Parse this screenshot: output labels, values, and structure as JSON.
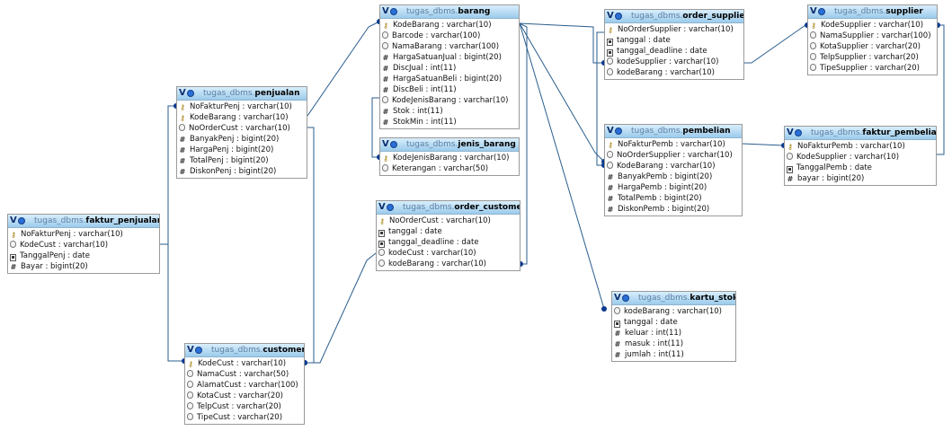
{
  "schema": "tugas_dbms",
  "tables": [
    {
      "id": "faktur_penjualan",
      "name": "faktur_penjualan",
      "columns": [
        {
          "text": "NoFakturPenj : varchar(10)",
          "icon": "key-icon"
        },
        {
          "text": "KodeCust : varchar(10)",
          "icon": "string-icon"
        },
        {
          "text": "TanggalPenj : date",
          "icon": "date-icon"
        },
        {
          "text": "Bayar : bigint(20)",
          "icon": "number-icon"
        }
      ]
    },
    {
      "id": "penjualan",
      "name": "penjualan",
      "columns": [
        {
          "text": "NoFakturPenj : varchar(10)",
          "icon": "key-icon"
        },
        {
          "text": "KodeBarang : varchar(10)",
          "icon": "key-icon"
        },
        {
          "text": "NoOrderCust : varchar(10)",
          "icon": "string-icon"
        },
        {
          "text": "BanyakPenj : bigint(20)",
          "icon": "number-icon"
        },
        {
          "text": "HargaPenj : bigint(20)",
          "icon": "number-icon"
        },
        {
          "text": "TotalPenj : bigint(20)",
          "icon": "number-icon"
        },
        {
          "text": "DiskonPenj : bigint(20)",
          "icon": "number-icon"
        }
      ]
    },
    {
      "id": "customer",
      "name": "customer",
      "columns": [
        {
          "text": "KodeCust : varchar(10)",
          "icon": "key-icon"
        },
        {
          "text": "NamaCust : varchar(50)",
          "icon": "string-icon"
        },
        {
          "text": "AlamatCust : varchar(100)",
          "icon": "string-icon"
        },
        {
          "text": "KotaCust : varchar(20)",
          "icon": "string-icon"
        },
        {
          "text": "TelpCust : varchar(20)",
          "icon": "string-icon"
        },
        {
          "text": "TipeCust : varchar(20)",
          "icon": "string-icon"
        }
      ]
    },
    {
      "id": "barang",
      "name": "barang",
      "columns": [
        {
          "text": "KodeBarang : varchar(10)",
          "icon": "key-icon"
        },
        {
          "text": "Barcode : varchar(100)",
          "icon": "string-icon"
        },
        {
          "text": "NamaBarang : varchar(100)",
          "icon": "string-icon"
        },
        {
          "text": "HargaSatuanJual : bigint(20)",
          "icon": "number-icon"
        },
        {
          "text": "DiscJual : int(11)",
          "icon": "number-icon"
        },
        {
          "text": "HargaSatuanBeli : bigint(20)",
          "icon": "number-icon"
        },
        {
          "text": "DiscBeli : int(11)",
          "icon": "number-icon"
        },
        {
          "text": "KodeJenisBarang : varchar(10)",
          "icon": "string-icon"
        },
        {
          "text": "Stok : int(11)",
          "icon": "number-icon"
        },
        {
          "text": "StokMin : int(11)",
          "icon": "number-icon"
        }
      ]
    },
    {
      "id": "jenis_barang",
      "name": "jenis_barang",
      "columns": [
        {
          "text": "KodeJenisBarang : varchar(10)",
          "icon": "key-icon"
        },
        {
          "text": "Keterangan : varchar(50)",
          "icon": "string-icon"
        }
      ]
    },
    {
      "id": "order_customer",
      "name": "order_customer",
      "columns": [
        {
          "text": "NoOrderCust : varchar(10)",
          "icon": "key-icon"
        },
        {
          "text": "tanggal : date",
          "icon": "date-icon"
        },
        {
          "text": "tanggal_deadline : date",
          "icon": "date-icon"
        },
        {
          "text": "kodeCust : varchar(10)",
          "icon": "string-icon"
        },
        {
          "text": "kodeBarang : varchar(10)",
          "icon": "string-icon"
        }
      ]
    },
    {
      "id": "order_supplier",
      "name": "order_supplier",
      "columns": [
        {
          "text": "NoOrderSupplier : varchar(10)",
          "icon": "key-icon"
        },
        {
          "text": "tanggal : date",
          "icon": "date-icon"
        },
        {
          "text": "tanggal_deadline : date",
          "icon": "date-icon"
        },
        {
          "text": "kodeSupplier : varchar(10)",
          "icon": "string-icon"
        },
        {
          "text": "kodeBarang : varchar(10)",
          "icon": "string-icon"
        }
      ]
    },
    {
      "id": "pembelian",
      "name": "pembelian",
      "columns": [
        {
          "text": "NoFakturPemb : varchar(10)",
          "icon": "key-icon"
        },
        {
          "text": "NoOrderSupplier : varchar(10)",
          "icon": "string-icon"
        },
        {
          "text": "KodeBarang : varchar(10)",
          "icon": "string-icon"
        },
        {
          "text": "BanyakPemb : bigint(20)",
          "icon": "number-icon"
        },
        {
          "text": "HargaPemb : bigint(20)",
          "icon": "number-icon"
        },
        {
          "text": "TotalPemb : bigint(20)",
          "icon": "number-icon"
        },
        {
          "text": "DiskonPemb : bigint(20)",
          "icon": "number-icon"
        }
      ]
    },
    {
      "id": "kartu_stok",
      "name": "kartu_stok",
      "columns": [
        {
          "text": "kodeBarang : varchar(10)",
          "icon": "string-icon"
        },
        {
          "text": "tanggal : date",
          "icon": "date-icon"
        },
        {
          "text": "keluar : int(11)",
          "icon": "number-icon"
        },
        {
          "text": "masuk : int(11)",
          "icon": "number-icon"
        },
        {
          "text": "jumlah : int(11)",
          "icon": "number-icon"
        }
      ]
    },
    {
      "id": "supplier",
      "name": "supplier",
      "columns": [
        {
          "text": "KodeSupplier : varchar(10)",
          "icon": "key-icon"
        },
        {
          "text": "NamaSupplier : varchar(100)",
          "icon": "string-icon"
        },
        {
          "text": "KotaSupplier : varchar(20)",
          "icon": "string-icon"
        },
        {
          "text": "TelpSupplier : varchar(20)",
          "icon": "string-icon"
        },
        {
          "text": "TipeSupplier : varchar(20)",
          "icon": "string-icon"
        }
      ]
    },
    {
      "id": "faktur_pembelian",
      "name": "faktur_pembelian",
      "columns": [
        {
          "text": "NoFakturPemb : varchar(10)",
          "icon": "key-icon"
        },
        {
          "text": "KodeSupplier : varchar(10)",
          "icon": "string-icon"
        },
        {
          "text": "TanggalPemb : date",
          "icon": "date-icon"
        },
        {
          "text": "bayar : bigint(20)",
          "icon": "number-icon"
        }
      ]
    }
  ],
  "relations": [
    {
      "from": "faktur_penjualan",
      "to": "penjualan"
    },
    {
      "from": "faktur_penjualan",
      "to": "customer"
    },
    {
      "from": "penjualan",
      "to": "barang"
    },
    {
      "from": "penjualan",
      "to": "customer"
    },
    {
      "from": "barang",
      "to": "jenis_barang"
    },
    {
      "from": "barang",
      "to": "order_customer"
    },
    {
      "from": "order_customer",
      "to": "customer"
    },
    {
      "from": "barang",
      "to": "order_supplier"
    },
    {
      "from": "barang",
      "to": "pembelian"
    },
    {
      "from": "barang",
      "to": "kartu_stok"
    },
    {
      "from": "order_supplier",
      "to": "supplier"
    },
    {
      "from": "order_supplier",
      "to": "pembelian"
    },
    {
      "from": "pembelian",
      "to": "faktur_pembelian"
    },
    {
      "from": "faktur_pembelian",
      "to": "supplier"
    }
  ],
  "colors": {
    "line": "#2a5d8c",
    "header_top": "#d9eefc",
    "header_bottom": "#9ccbeb",
    "schema_text": "#5b7fa3"
  }
}
